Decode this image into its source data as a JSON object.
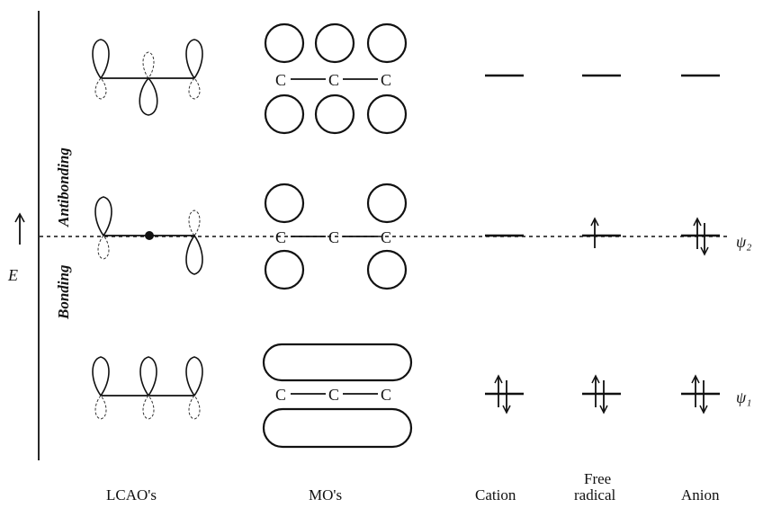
{
  "axis": {
    "energy_label": "E"
  },
  "regions": {
    "antibonding": "Antibonding",
    "bonding": "Bonding"
  },
  "atoms": [
    "C",
    "C",
    "C"
  ],
  "psi": {
    "psi2": "ψ₂",
    "psi1": "ψ₁"
  },
  "columns": {
    "lcao": "LCAO's",
    "mo": "MO's",
    "cation": "Cation",
    "free_radical_1": "Free",
    "free_radical_2": "radical",
    "anion": "Anion"
  },
  "occupancy": {
    "psi3": {
      "cation": 0,
      "free_radical": 0,
      "anion": 0
    },
    "psi2": {
      "cation": 0,
      "free_radical": 1,
      "anion": 2
    },
    "psi1": {
      "cation": 2,
      "free_radical": 2,
      "anion": 2
    }
  }
}
